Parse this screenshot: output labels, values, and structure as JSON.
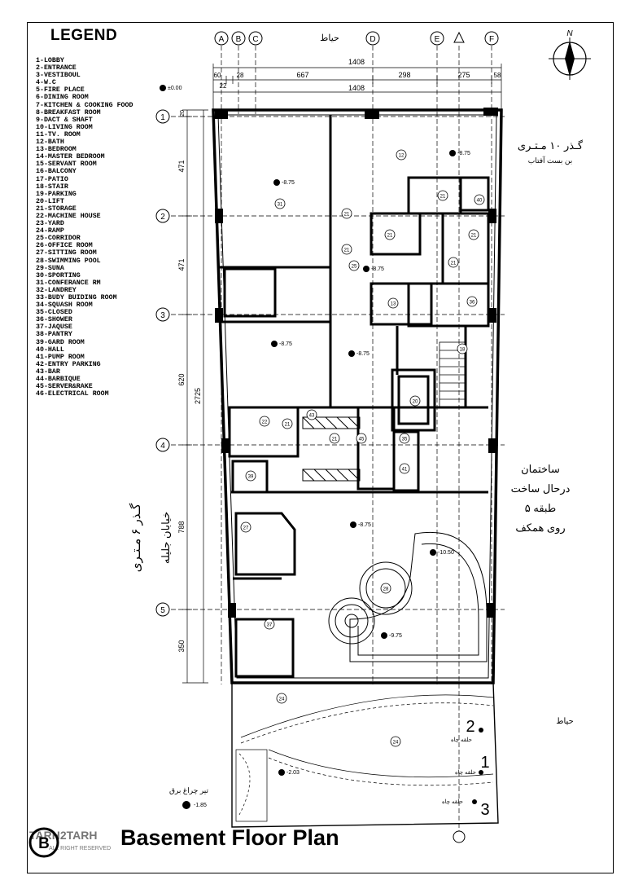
{
  "legend": {
    "title": "LEGEND",
    "items": [
      "1-LOBBY",
      "2-ENTRANCE",
      "3-VESTIBOUL",
      "4-W.C",
      "5-FIRE PLACE",
      "6-DINING ROOM",
      "7-KITCHEN  &  COOKING FOOD",
      "8-BREAKFAST ROOM",
      "9-DACT  &  SHAFT",
      "10-LIVING ROOM",
      "11-TV. ROOM",
      "12-BATH",
      "13-BEDROOM",
      "14-MASTER BEDROOM",
      "15-SERVANT ROOM",
      "16-BALCONY",
      "17-PATIO",
      "18-STAIR",
      "19-PARKING",
      "20-LIFT",
      "21-STORAGE",
      "22-MACHINE  HOUSE",
      "23-YARD",
      "24-RAMP",
      "25-CORRIDOR",
      "26-OFFICE  ROOM",
      "27-SITTING  ROOM",
      "28-SWIMMING POOL",
      "29-SUNA",
      "30-SPORTING",
      "31-CONFERANCE RM",
      "32-LANDREY",
      "33-BUDY BUIDING ROOM",
      "34-SQUASH ROOM",
      "35-CLOSED",
      "36-SHOWER",
      "37-JAQUSE",
      "38-PANTRY",
      "39-GARD ROOM",
      "40-HALL",
      "41-PUMP ROOM",
      "42-ENTRY PARKING",
      "43-BAR",
      "44-BARBIQUE",
      "45-SERVER&RAKE",
      "46-ELECTRICAL ROOM"
    ]
  },
  "plan": {
    "title": "Basement Floor Plan",
    "title_marker": "B",
    "watermark": "TARH2TARH",
    "watermark_sub": "ALL RIGHT RESERVED",
    "north": "N",
    "col_axes": [
      "A",
      "B",
      "C",
      "D",
      "E",
      "F"
    ],
    "row_axes": [
      "1",
      "2",
      "3",
      "4",
      "5"
    ],
    "dims_top_total": "1408",
    "dims_top_segments": [
      "60",
      "22",
      "28",
      "667",
      "298",
      "275",
      "58"
    ],
    "dims_left": [
      "20",
      "471",
      "471",
      "620",
      "788",
      "350"
    ],
    "dim_overall_left": "2725",
    "levels": [
      "±0.00",
      "-8.75",
      "-8.75",
      "-8.75",
      "-8.75",
      "-8.75",
      "-8.75",
      "-10.50",
      "-9.75",
      "-2.03",
      "-1.85"
    ],
    "top_street": "حیاط",
    "right_street_line1": "گـذر ۱۰ مـتـری",
    "right_street_line2": "بن بست آفتاب",
    "left_street_line1": "گـذر ۶ مـتـری",
    "left_street_line2": "خیابان جلیله",
    "neighbor_line1": "ساختمان",
    "neighbor_line2": "درحال ساخت",
    "neighbor_line3": "۵ طبقه",
    "neighbor_line4": "روی همکف",
    "yard_label": "حیاط",
    "lamp_label": "تیر چراغ برق",
    "well_label": "حلقه چاه",
    "well_numbers": [
      "2",
      "1",
      "3"
    ],
    "room_tags": [
      "31",
      "40",
      "12",
      "21",
      "21",
      "21",
      "21",
      "21",
      "21",
      "13",
      "36",
      "18",
      "20",
      "25",
      "43",
      "21",
      "22",
      "21",
      "45",
      "35",
      "41",
      "39",
      "27",
      "37",
      "28",
      "24",
      "24"
    ]
  }
}
